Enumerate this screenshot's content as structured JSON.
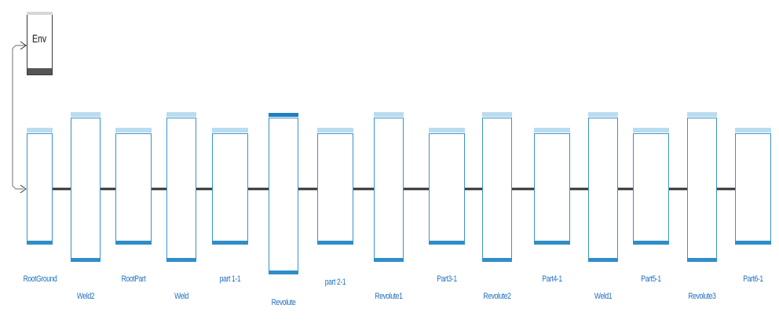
{
  "env_block": {
    "label": "Env"
  },
  "blocks": [
    {
      "id": "rootground",
      "label": "RootGround",
      "kind": "ground"
    },
    {
      "id": "weld2",
      "label": "Weld2",
      "kind": "weld"
    },
    {
      "id": "rootpart",
      "label": "RootPart",
      "kind": "part"
    },
    {
      "id": "weld",
      "label": "Weld",
      "kind": "weld"
    },
    {
      "id": "part11",
      "label": "part 1-1",
      "kind": "part"
    },
    {
      "id": "revolute",
      "label": "Revolute",
      "kind": "revolute",
      "selected": true
    },
    {
      "id": "part21",
      "label": "part 2-1",
      "kind": "part"
    },
    {
      "id": "revolute1",
      "label": "Revolute1",
      "kind": "revolute"
    },
    {
      "id": "part31",
      "label": "Part3-1",
      "kind": "part"
    },
    {
      "id": "revolute2",
      "label": "Revolute2",
      "kind": "revolute"
    },
    {
      "id": "part41",
      "label": "Part4-1",
      "kind": "part"
    },
    {
      "id": "weld1",
      "label": "Weld1",
      "kind": "weld"
    },
    {
      "id": "part51",
      "label": "Part5-1",
      "kind": "part"
    },
    {
      "id": "revolute3",
      "label": "Revolute3",
      "kind": "revolute"
    },
    {
      "id": "part61",
      "label": "Part6-1",
      "kind": "part"
    }
  ],
  "colors": {
    "block_border": "#3a93c9",
    "band": "#b9dcf0",
    "band_dark": "#2f8ec8",
    "label": "#1f6fbf",
    "port_pink": "#e53fd8",
    "wire": "#555555"
  }
}
